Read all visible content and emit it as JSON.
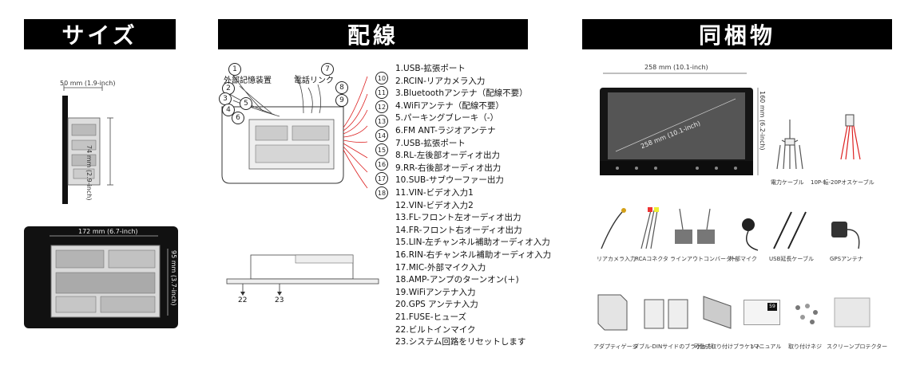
{
  "headers": {
    "size": "サイズ",
    "wiring": "配線",
    "contents": "同梱物"
  },
  "size_panel": {
    "depth": "50 mm (1.9-inch)",
    "side_height": "74 mm (2.9-inch)",
    "back_width": "172 mm (6.7-inch)",
    "back_height": "95 mm (3.7-inch)"
  },
  "wiring_panel": {
    "label_storage": "外部記憶装置",
    "label_phone": "電話リンク",
    "bottom_22": "22",
    "bottom_23": "23",
    "items": [
      "1.USB-拡張ポート",
      "2.RCIN-リアカメラ入力",
      "3.Bluetoothアンテナ（配線不要）",
      "4.WiFiアンテナ（配線不要）",
      "5.パーキングブレーキ（-）",
      "6.FM ANT-ラジオアンテナ",
      "7.USB-拡張ポート",
      "8.RL-左後部オーディオ出力",
      "9.RR-右後部オーディオ出力",
      "10.SUB-サブウーファー出力",
      "11.VIN-ビデオ入力1",
      "12.VIN-ビデオ入力2",
      "13.FL-フロント左オーディオ出力",
      "14.FR-フロント右オーディオ出力",
      "15.LIN-左チャンネル補助オーディオ入力",
      "16.RIN-右チャンネル補助オーディオ入力",
      "17.MIC-外部マイク入力",
      "18.AMP-アンプのターンオン(＋)",
      "19.WiFiアンテナ入力",
      "20.GPS アンテナ入力",
      "21.FUSE-ヒューズ",
      "22.ビルトインマイク",
      "23.システム回路をリセットします"
    ]
  },
  "contents_panel": {
    "screen_width": "258 mm (10.1-inch)",
    "screen_height": "160 mm (6.2-inch)",
    "screen_diag": "258 mm (10.1-inch)",
    "manual_badge": "59",
    "row1": [
      "電力ケーブル",
      "10P-転-20Pオスケーブル"
    ],
    "row2": [
      "リアカメラ入力",
      "RCAコネクタ",
      "ラインアウトコンバーター",
      "外部マイク",
      "USB延長ケーブル",
      "GPSアンテナ"
    ],
    "row3": [
      "アダプティゲージ",
      "ダブル-DINサイドのブラケット",
      "可動式取り付けブラケット",
      "1マニュアル",
      "取り付けネジ",
      "スクリーンプロテクター"
    ]
  }
}
